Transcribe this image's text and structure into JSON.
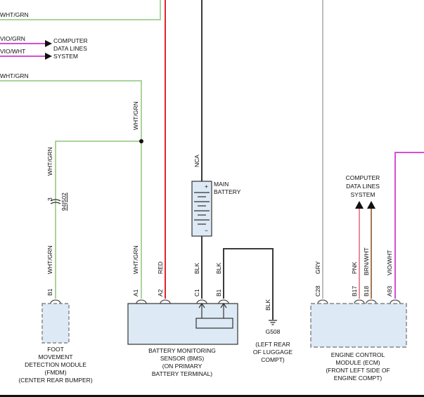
{
  "colors": {
    "wht_grn": "#a9d39b",
    "red": "#e0242a",
    "blk": "#3a3a3a",
    "gry": "#bdbdbd",
    "pnk": "#e88a9a",
    "brn_wht": "#a27a50",
    "vio_wht": "#d64fd6",
    "module_fill": "#dde9f5",
    "module_stroke": "#707070"
  },
  "top_wires": {
    "wire_1_label": "WHT/GRN",
    "wire_2_label": "VIO/GRN",
    "wire_3_label": "VIO/WHT",
    "wire_4_label": "WHT/GRN"
  },
  "computer_data_lines_top": [
    "COMPUTER",
    "DATA LINES",
    "SYSTEM"
  ],
  "computer_data_lines_ecm": [
    "COMPUTER",
    "DATA LINES",
    "SYSTEM"
  ],
  "fmdm": {
    "wire_label_upper": "WHT/GRN",
    "connector_num": "3",
    "connector_ref": "94|502",
    "wire_label_lower": "WHT/GRN",
    "pin": "B1",
    "name_lines": [
      "FOOT",
      "MOVEMENT",
      "DETECTION MODULE",
      "(FMDM)",
      "(CENTER REAR BUMPER)"
    ]
  },
  "bms": {
    "wire_wht_grn_upper": "WHT/GRN",
    "wire_wht_grn_lower": "WHT/GRN",
    "wire_red": "RED",
    "wire_nca": "NCA",
    "wire_blk_1": "BLK",
    "wire_blk_2": "BLK",
    "pin_a1": "A1",
    "pin_a2": "A2",
    "pin_c1": "C1",
    "pin_b1": "B1",
    "name_lines": [
      "BATTERY MONITORING",
      "SENSOR (BMS)",
      "(ON PRIMARY",
      "BATTERY TERMINAL)"
    ]
  },
  "battery": {
    "plus": "+",
    "minus": "−",
    "name_lines": [
      "MAIN",
      "BATTERY"
    ]
  },
  "ground": {
    "wire_label": "BLK",
    "id": "G508",
    "location_lines": [
      "(LEFT REAR",
      "OF LUGGAGE",
      "COMPT)"
    ]
  },
  "ecm": {
    "wire_gry": "GRY",
    "wire_pnk": "PNK",
    "wire_brn_wht": "BRN/WHT",
    "wire_vio_wht": "VIO/WHT",
    "pin_c28": "C28",
    "pin_b17": "B17",
    "pin_b18": "B18",
    "pin_a93": "A93",
    "name_lines": [
      "ENGINE CONTROL",
      "MODULE (ECM)",
      "(FRONT LEFT SIDE OF",
      "ENGINE COMPT)"
    ]
  }
}
